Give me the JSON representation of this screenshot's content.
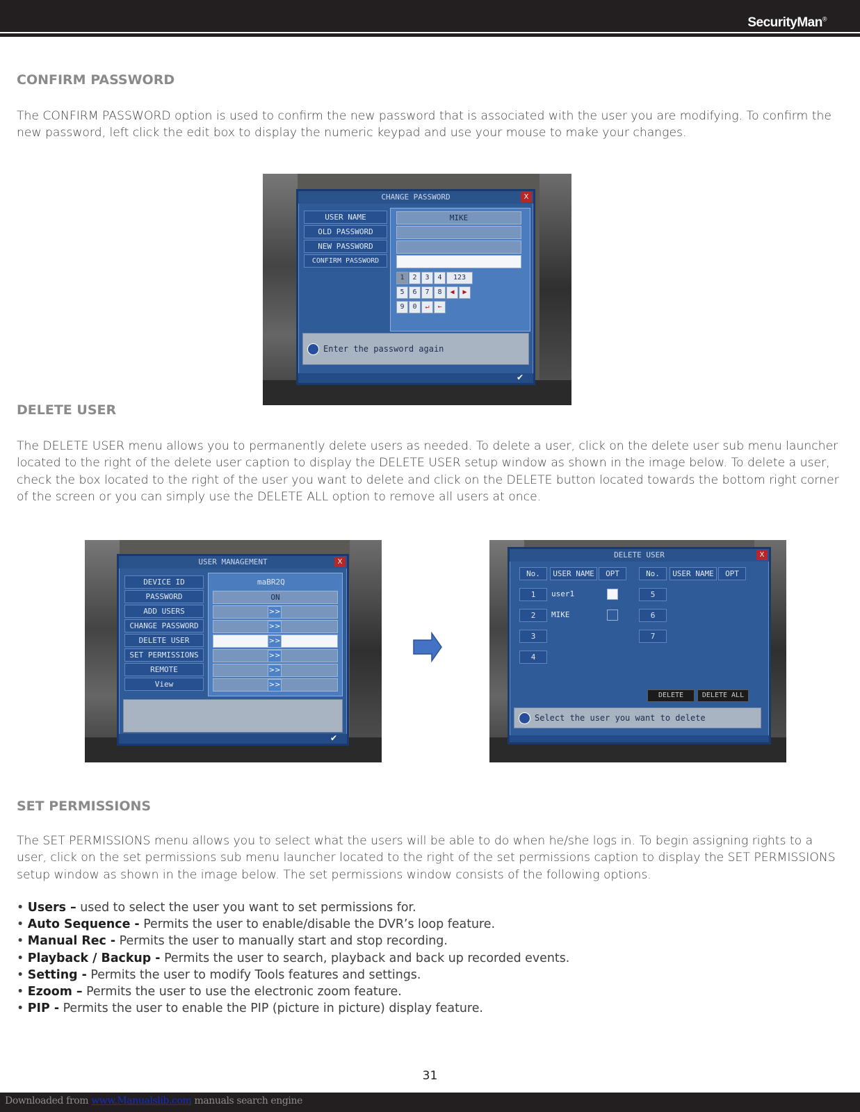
{
  "header": {
    "brand": "SecurityMan",
    "brand_mark": "®"
  },
  "sections": {
    "confirm_password": {
      "heading": "CONFIRM PASSWORD",
      "body": "The CONFIRM PASSWORD option is used to confirm the new password that is associated with the user you are modifying. To confirm the new password, left click the edit box to display the numeric keypad and use your mouse to make your changes."
    },
    "delete_user": {
      "heading": "DELETE USER",
      "body": "The DELETE USER menu allows you to permanently delete users as needed. To delete a user, click on the delete user sub menu launcher located to the right of the delete user caption to display the DELETE USER setup window as shown in the image below.  To delete a user, check the box located to the right of the user you want to delete and click on the DELETE button located towards the bottom right corner of the screen or you can simply use the DELETE ALL option to remove all users at once."
    },
    "set_permissions": {
      "heading": "SET PERMISSIONS",
      "body": "The SET PERMISSIONS menu allows you to select what the users will be able to do when he/she logs in.  To begin assigning rights to a user, click on the set permissions sub menu launcher located to the right of the set permissions caption to display the SET PERMISSIONS setup window as shown in the image below.  The set permissions window consists of the following options.",
      "bullets": [
        {
          "term": "Users –",
          "desc": "used to select the user you want to set permissions for."
        },
        {
          "term": "Auto Sequence -",
          "desc": "Permits the user to enable/disable the DVR’s loop feature."
        },
        {
          "term": "Manual Rec -",
          "desc": "Permits the user to manually start and stop recording."
        },
        {
          "term": "Playback / Backup -",
          "desc": "Permits the user to search, playback and back up recorded events."
        },
        {
          "term": "Setting -",
          "desc": "Permits the user to modify Tools features and settings."
        },
        {
          "term": "Ezoom –",
          "desc": "Permits the user to use the electronic zoom feature."
        },
        {
          "term": "PIP -",
          "desc": "Permits the user to enable the PIP (picture in picture) display feature."
        }
      ]
    }
  },
  "change_password_window": {
    "title": "CHANGE PASSWORD",
    "close": "X",
    "labels": [
      "USER NAME",
      "OLD PASSWORD",
      "NEW PASSWORD",
      "CONFIRM PASSWORD"
    ],
    "user_name_value": "MIKE",
    "keypad_row1": [
      "1",
      "2",
      "3",
      "4",
      "123"
    ],
    "keypad_row2": [
      "5",
      "6",
      "7",
      "8"
    ],
    "keypad_row3": [
      "9",
      "0"
    ],
    "status": "Enter the password again"
  },
  "user_management_window": {
    "title": "USER MANAGEMENT",
    "close": "X",
    "labels": [
      "DEVICE ID",
      "PASSWORD",
      "ADD USERS",
      "CHANGE PASSWORD",
      "DELETE USER",
      "SET PERMISSIONS",
      "REMOTE",
      "View"
    ],
    "device_id_value": "maBR2Q",
    "password_value": "ON",
    "launcher": ">>"
  },
  "delete_user_window": {
    "title": "DELETE USER",
    "close": "X",
    "headers": [
      "No.",
      "USER NAME",
      "OPT",
      "No.",
      "USER NAME",
      "OPT"
    ],
    "left_numbers": [
      "1",
      "2",
      "3",
      "4"
    ],
    "right_numbers": [
      "5",
      "6",
      "7"
    ],
    "users": [
      "user1",
      "MIKE"
    ],
    "delete_label": "DELETE",
    "delete_all_label": "DELETE ALL",
    "status": "Select the user you want to delete"
  },
  "page_number": "31",
  "footer": {
    "prefix": "Downloaded from ",
    "link": "www.Manualslib.com",
    "suffix": " manuals search engine"
  }
}
